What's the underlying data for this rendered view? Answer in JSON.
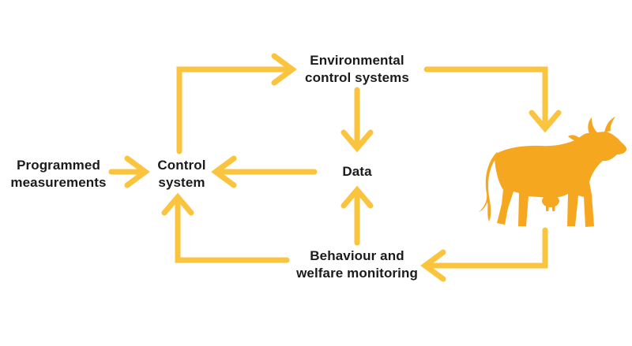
{
  "diagram": {
    "type": "flow-diagram",
    "background_color": "#ffffff",
    "colors": {
      "arrow": "#FBC43E",
      "cow": "#F5A71F",
      "text": "#1B1B1B"
    },
    "labels": {
      "programmed_measurements": "Programmed\nmeasurements",
      "control_system": "Control\nsystem",
      "environmental_control_systems": "Environmental\ncontrol systems",
      "data": "Data",
      "behaviour_welfare_monitoring": "Behaviour and\nwelfare monitoring"
    },
    "nodes": [
      {
        "id": "programmed-measurements",
        "label": "Programmed measurements"
      },
      {
        "id": "control-system",
        "label": "Control system"
      },
      {
        "id": "environmental-control-systems",
        "label": "Environmental control systems"
      },
      {
        "id": "data",
        "label": "Data"
      },
      {
        "id": "behaviour-and-welfare-monitoring",
        "label": "Behaviour and welfare monitoring"
      },
      {
        "id": "cow",
        "label": "",
        "icon": "cow-icon"
      }
    ],
    "edges": [
      {
        "from": "programmed-measurements",
        "to": "control-system"
      },
      {
        "from": "control-system",
        "to": "environmental-control-systems"
      },
      {
        "from": "environmental-control-systems",
        "to": "data"
      },
      {
        "from": "environmental-control-systems",
        "to": "cow"
      },
      {
        "from": "cow",
        "to": "behaviour-and-welfare-monitoring"
      },
      {
        "from": "behaviour-and-welfare-monitoring",
        "to": "data"
      },
      {
        "from": "behaviour-and-welfare-monitoring",
        "to": "control-system"
      },
      {
        "from": "data",
        "to": "control-system"
      }
    ]
  }
}
